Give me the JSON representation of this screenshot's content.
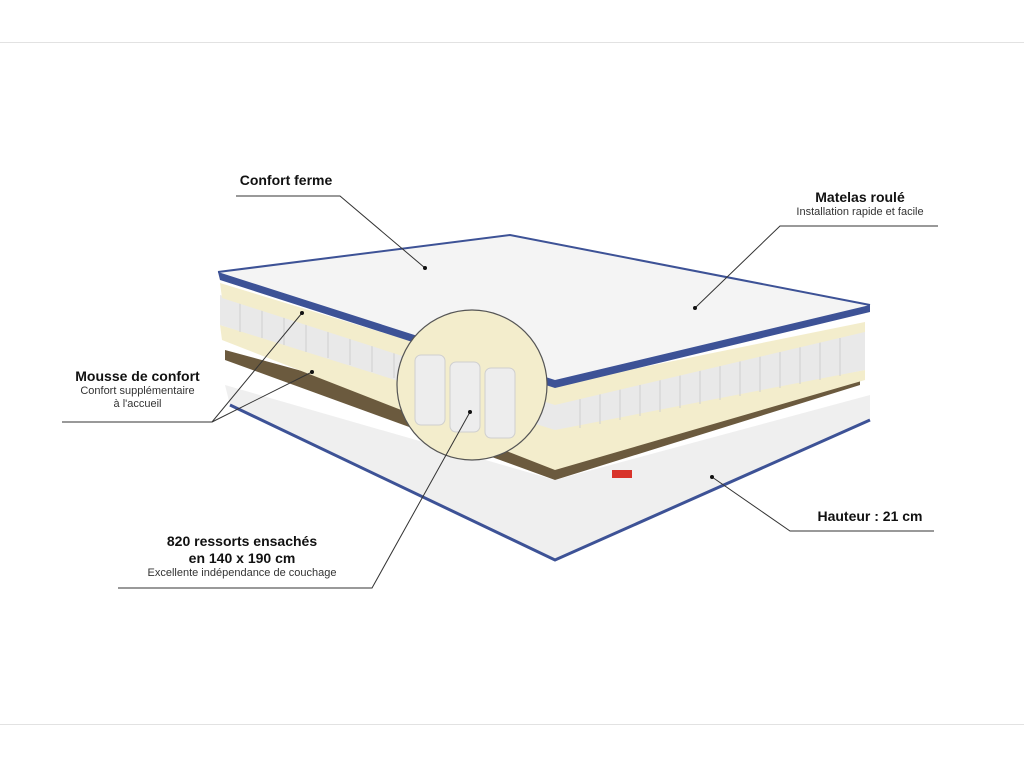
{
  "diagram": {
    "subject": "mattress cross-section",
    "colors": {
      "piping_blue": "#3d5296",
      "foam_cream": "#f3edcc",
      "spring_white": "#ededed",
      "base_brown": "#6b5a3e",
      "tag_red": "#d8332a"
    },
    "labels": {
      "top": {
        "title": "Confort ferme"
      },
      "rolled": {
        "title": "Matelas roulé",
        "subtitle": "Installation rapide et facile"
      },
      "foam": {
        "title": "Mousse de confort",
        "subtitle_line1": "Confort supplémentaire",
        "subtitle_line2": "à l'accueil"
      },
      "springs": {
        "title_line1": "820 ressorts ensachés",
        "title_line2": "en 140 x 190 cm",
        "subtitle": "Excellente indépendance de couchage"
      },
      "height": {
        "title": "Hauteur : 21 cm"
      }
    }
  }
}
